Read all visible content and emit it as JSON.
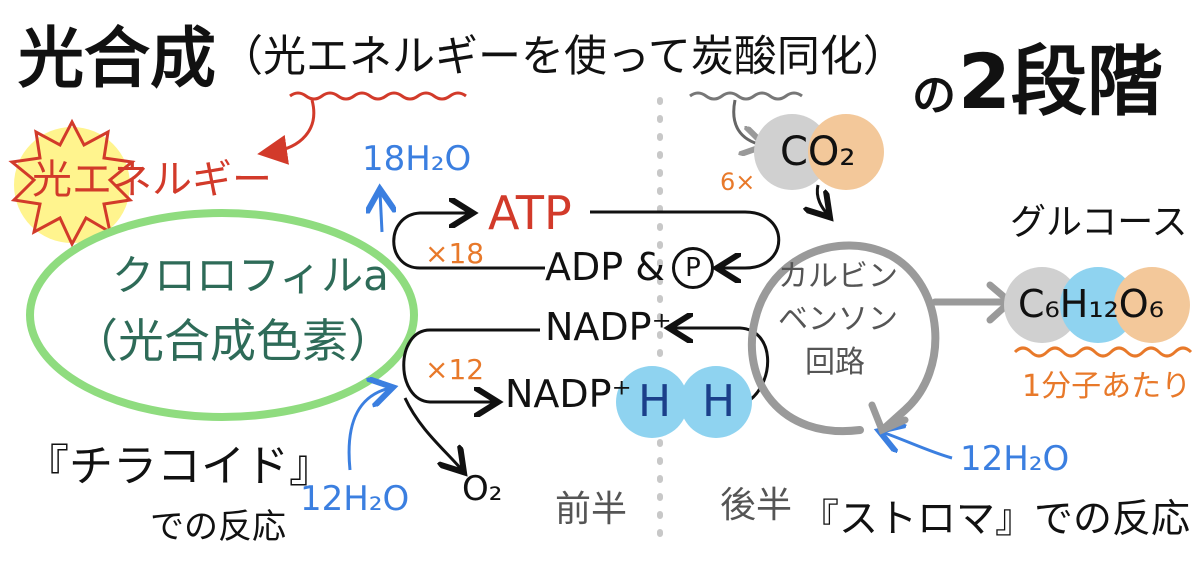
{
  "title": {
    "main": "光合成",
    "sub": "（光エネルギーを使って炭酸同化）",
    "no": "の",
    "stage": "2段階"
  },
  "light_energy": "光エネルギー",
  "chlorophyll": {
    "line1": "クロロフィルa",
    "line2": "（光合成色素）"
  },
  "thylakoid": {
    "name": "『チラコイド』",
    "suffix": "での反応"
  },
  "stroma": {
    "label": "『ストロマ』での反応"
  },
  "first_half": "前半",
  "second_half": "後半",
  "water_out": "18H₂O",
  "water_in_left": "12H₂O",
  "water_in_right": "12H₂O",
  "oxygen": "O₂",
  "atp": "ATP",
  "adp": "ADP &",
  "phosphate": "P",
  "atp_multiplier": "×18",
  "nadp_top": "NADP⁺",
  "nadp_bottom": "NADP⁺",
  "nadp_multiplier": "×12",
  "hydrogen": [
    "H",
    "H"
  ],
  "co2": {
    "label": "CO₂",
    "multiplier": "6×"
  },
  "calvin": {
    "line1": "カルビン",
    "line2": "ベンソン",
    "line3": "回路"
  },
  "glucose": {
    "name": "グルコース",
    "formula": "C₆H₁₂O₆",
    "note": "1分子あたり"
  },
  "colors": {
    "red": "#d23a2a",
    "blue": "#3b7fe0",
    "orange": "#e8792a",
    "green": "#8fdc7f",
    "gray": "#a0a0a0",
    "light_blue": "#8fd3f0",
    "light_orange": "#f3c89a",
    "sun": "#fff27a"
  }
}
